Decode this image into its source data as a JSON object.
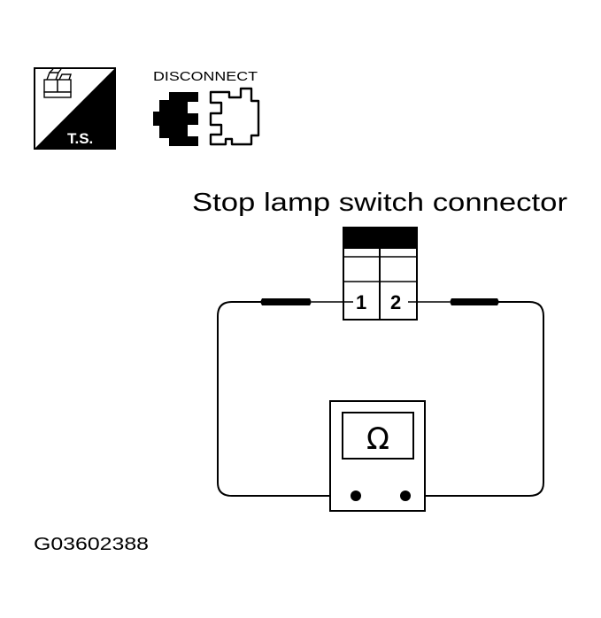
{
  "title": "Stop lamp switch connector",
  "icons": {
    "test_icon_label": "T.S.",
    "disconnect_label": "DISCONNECT"
  },
  "connector": {
    "pin_1": "1",
    "pin_2": "2"
  },
  "meter": {
    "symbol": "Ω"
  },
  "figure_code": "G03602388",
  "icon_names": [
    "test-station-icon",
    "disconnect-connector-icon",
    "ohmmeter-icon"
  ],
  "colors": {
    "ink": "#000000",
    "paper": "#ffffff"
  }
}
